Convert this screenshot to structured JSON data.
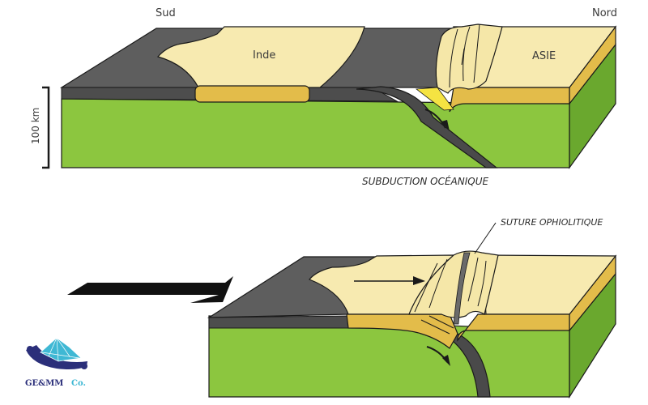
{
  "diagram": {
    "top": {
      "direction_left": "Sud",
      "direction_right": "Nord",
      "plate_left": "Inde",
      "plate_right": "ASIE",
      "scale_label": "100 km",
      "caption": "SUBDUCTION OCÉANIQUE"
    },
    "bottom": {
      "caption": "SUTURE OPHIOLITIQUE"
    },
    "logo": {
      "text_main": "GE&MM",
      "text_suffix": "Co."
    },
    "colors": {
      "mantle_green": "#8cc63f",
      "mantle_side": "#6aa82e",
      "ocean_crust": "#5e5e5e",
      "ocean_side": "#4a4a4a",
      "continent_top": "#f7eab0",
      "continent_side": "#e3bc4a",
      "accent_yellow": "#f5e342",
      "logo_blue": "#2b2f7a",
      "logo_cyan": "#3fb8d4"
    }
  }
}
